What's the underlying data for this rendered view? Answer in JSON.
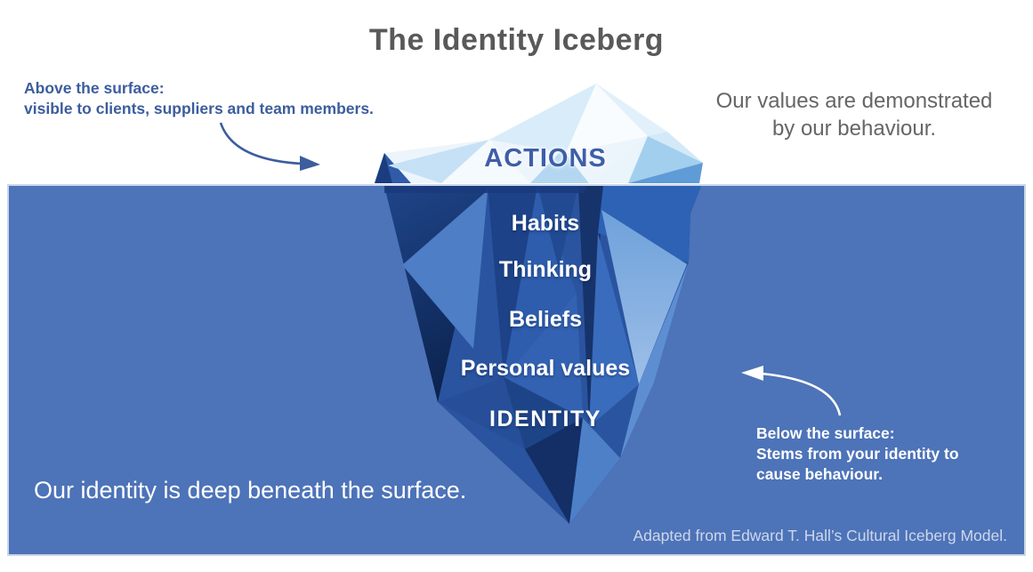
{
  "title": "The Identity Iceberg",
  "above_note": {
    "line1": "Above the surface:",
    "line2": "visible to clients, suppliers and team members."
  },
  "values_note": {
    "line1": "Our values are demonstrated",
    "line2": "by our behaviour."
  },
  "iceberg": {
    "surface_label": "ACTIONS",
    "submerged_labels": [
      "Habits",
      "Thinking",
      "Beliefs",
      "Personal values",
      "IDENTITY"
    ]
  },
  "below_note": {
    "line1": "Below the surface:",
    "line2": "Stems from your identity to",
    "line3": "cause behaviour."
  },
  "identity_note": "Our identity is deep beneath the surface.",
  "attribution": "Adapted from Edward T. Hall’s Cultural Iceberg Model.",
  "colors": {
    "water": "#4d73b8",
    "water_border": "#ccd6e9",
    "title_text": "#595959",
    "note_blue": "#3c5d9e",
    "actions_text": "#3e5fa8",
    "gray_text": "#666666",
    "white_text": "#ffffff",
    "attribution_text": "#cdd7eb",
    "iceberg_dark": "#0c2450",
    "iceberg_navy": "#1d4287",
    "iceberg_mid": "#2e5dad",
    "iceberg_light": "#7fabdf",
    "iceberg_pale": "#edf5fc"
  }
}
